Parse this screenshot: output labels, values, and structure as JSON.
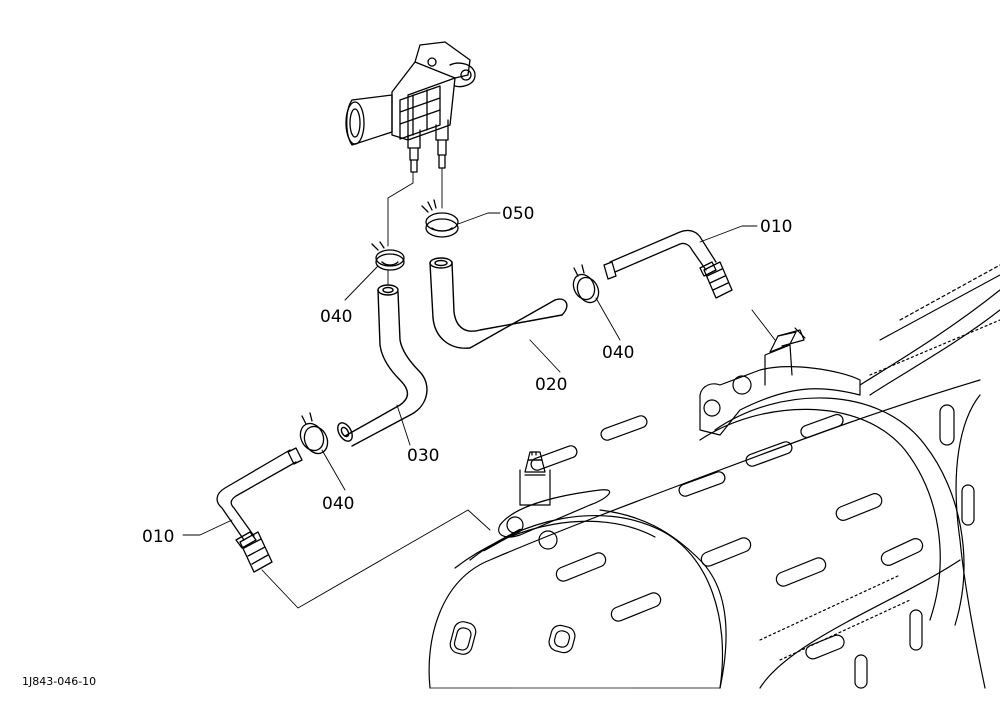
{
  "diagram": {
    "drawing_code": "1J843-046-10",
    "callouts": [
      {
        "id": "010-right",
        "text": "010"
      },
      {
        "id": "050",
        "text": "050"
      },
      {
        "id": "040-left",
        "text": "040"
      },
      {
        "id": "040-right",
        "text": "040"
      },
      {
        "id": "020",
        "text": "020"
      },
      {
        "id": "030",
        "text": "030"
      },
      {
        "id": "040-lower",
        "text": "040"
      },
      {
        "id": "010-left",
        "text": "010"
      }
    ]
  },
  "colors": {
    "line": "#000000",
    "background": "#ffffff"
  }
}
